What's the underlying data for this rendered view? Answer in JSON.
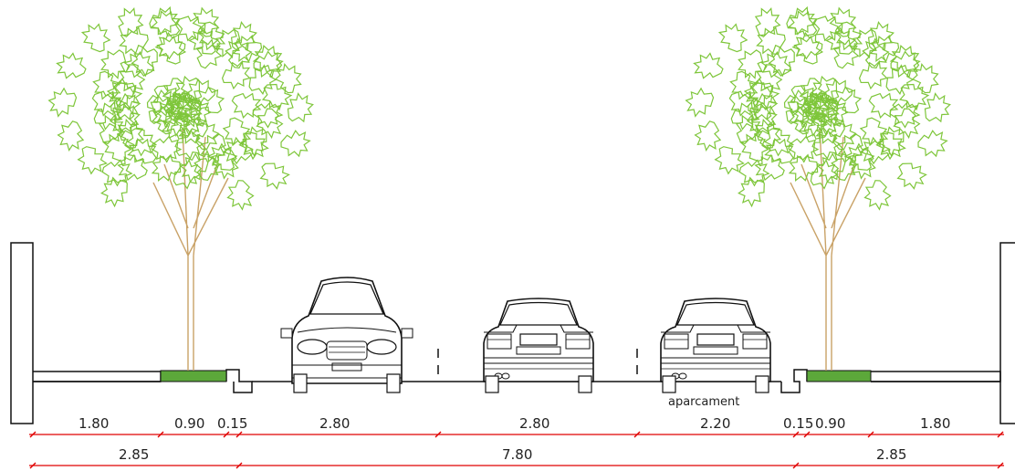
{
  "section": {
    "parking_note": "aparcament",
    "row1": [
      "1.80",
      "0.90",
      "0.15",
      "2.80",
      "2.80",
      "2.20",
      "0.15",
      "0.90",
      "1.80"
    ],
    "row2": [
      "2.85",
      "7.80",
      "2.85"
    ]
  },
  "colors": {
    "dimension_line": "#e00000",
    "foliage": "#7ec63a",
    "planter_grass": "#5ca83a",
    "trunk": "#c9a267",
    "outline": "#111111"
  }
}
